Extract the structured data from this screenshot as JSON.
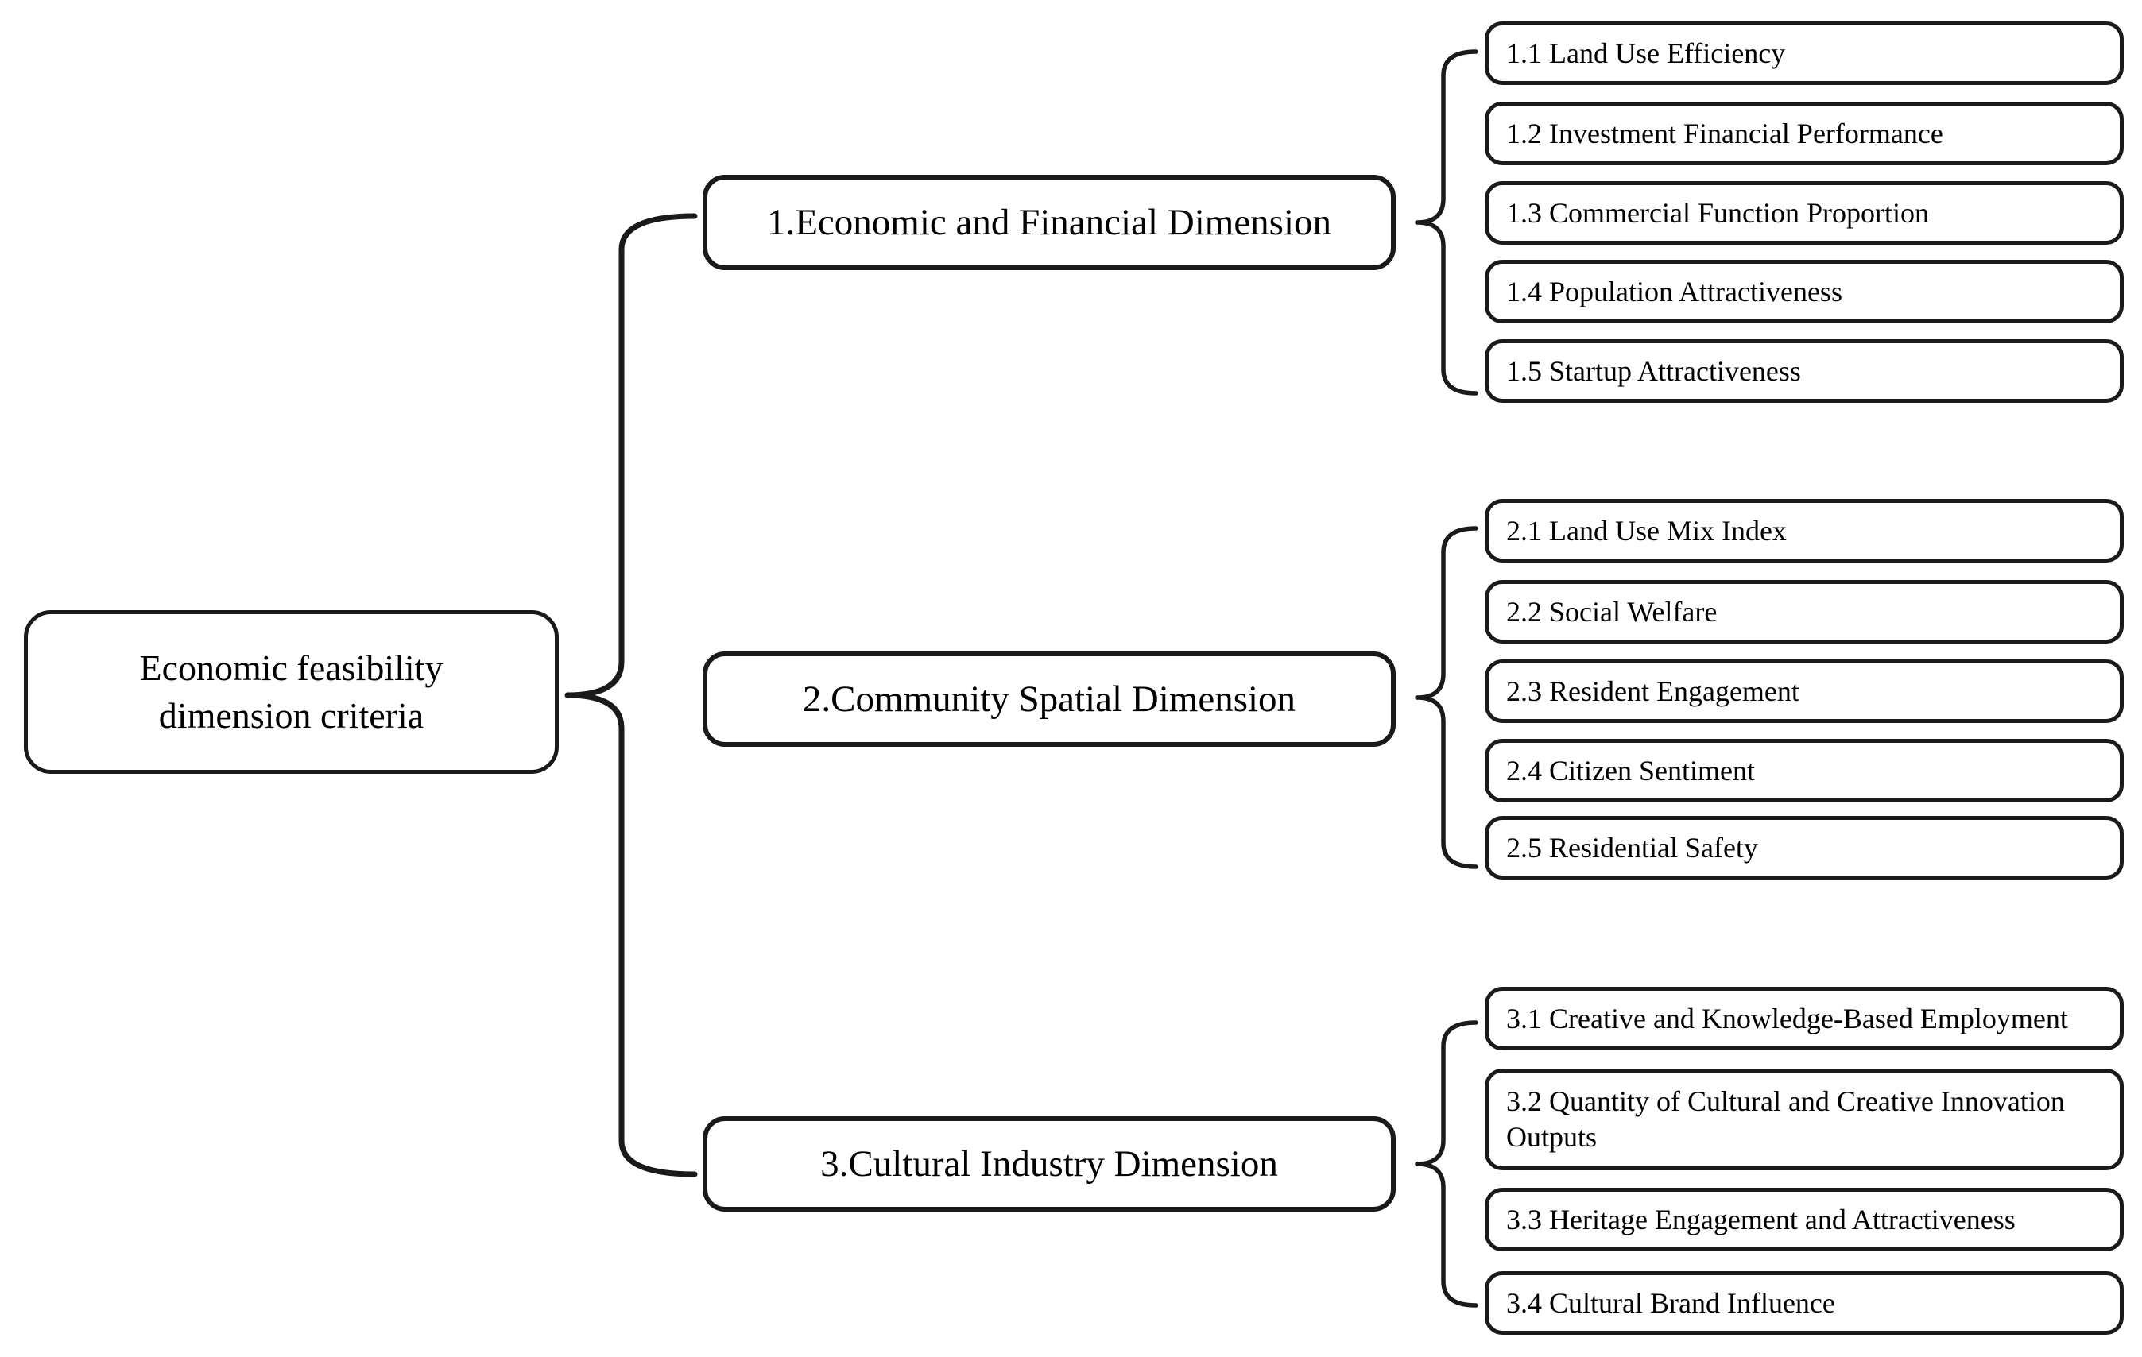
{
  "diagram": {
    "root": {
      "label": "Economic feasibility dimension criteria"
    },
    "groups": [
      {
        "dimension": "1.Economic and Financial Dimension",
        "items": [
          "1.1 Land Use Efficiency",
          "1.2 Investment Financial Performance",
          "1.3 Commercial Function Proportion",
          "1.4 Population Attractiveness",
          "1.5 Startup Attractiveness"
        ]
      },
      {
        "dimension": "2.Community Spatial Dimension",
        "items": [
          "2.1 Land Use Mix Index",
          "2.2 Social Welfare",
          "2.3 Resident Engagement",
          "2.4 Citizen Sentiment",
          "2.5 Residential Safety"
        ]
      },
      {
        "dimension": "3.Cultural Industry Dimension",
        "items": [
          "3.1 Creative and Knowledge-Based Employment",
          "3.2 Quantity of Cultural and Creative Innovation Outputs",
          "3.3 Heritage Engagement and Attractiveness",
          "3.4 Cultural Brand Influence"
        ]
      }
    ],
    "colors": {
      "border": "#1a1a1a",
      "background": "#ffffff",
      "text": "#000000"
    }
  }
}
